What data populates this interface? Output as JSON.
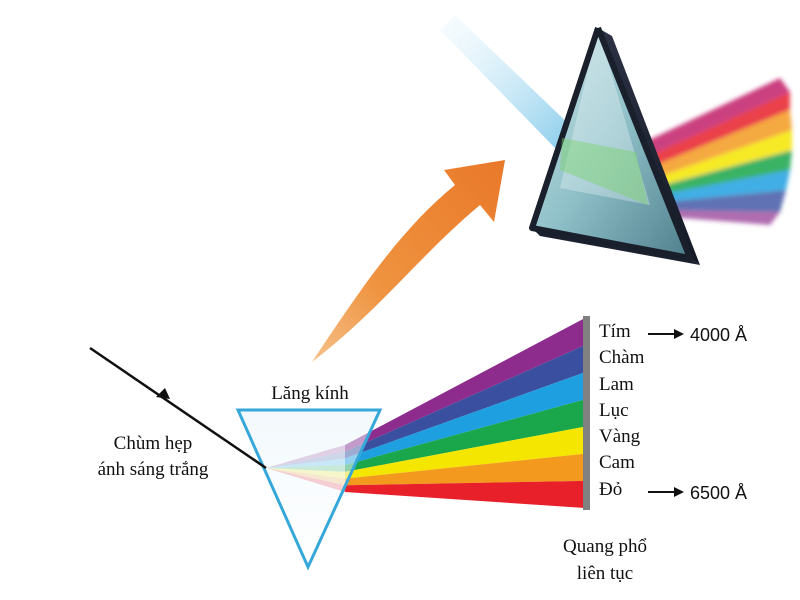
{
  "labels": {
    "prism": "Lăng kính",
    "incoming_line1": "Chùm hẹp",
    "incoming_line2": "ánh sáng trắng",
    "spectrum_line1": "Quang phổ",
    "spectrum_line2": "liên tục"
  },
  "spectrum": [
    {
      "name": "Tím",
      "color": "#8e2c8e"
    },
    {
      "name": "Chàm",
      "color": "#3a4fa0"
    },
    {
      "name": "Lam",
      "color": "#1ea0e0"
    },
    {
      "name": "Lục",
      "color": "#1aa64a"
    },
    {
      "name": "Vàng",
      "color": "#f5e600"
    },
    {
      "name": "Cam",
      "color": "#f39a1e"
    },
    {
      "name": "Đỏ",
      "color": "#e8202a"
    }
  ],
  "wavelengths": {
    "violet": "4000 Å",
    "red": "6500 Å"
  },
  "colors": {
    "prism_outline": "#35a7d8",
    "arrow": "#ec8a2e",
    "incoming_ray": "#111111",
    "screen": "#808080"
  }
}
